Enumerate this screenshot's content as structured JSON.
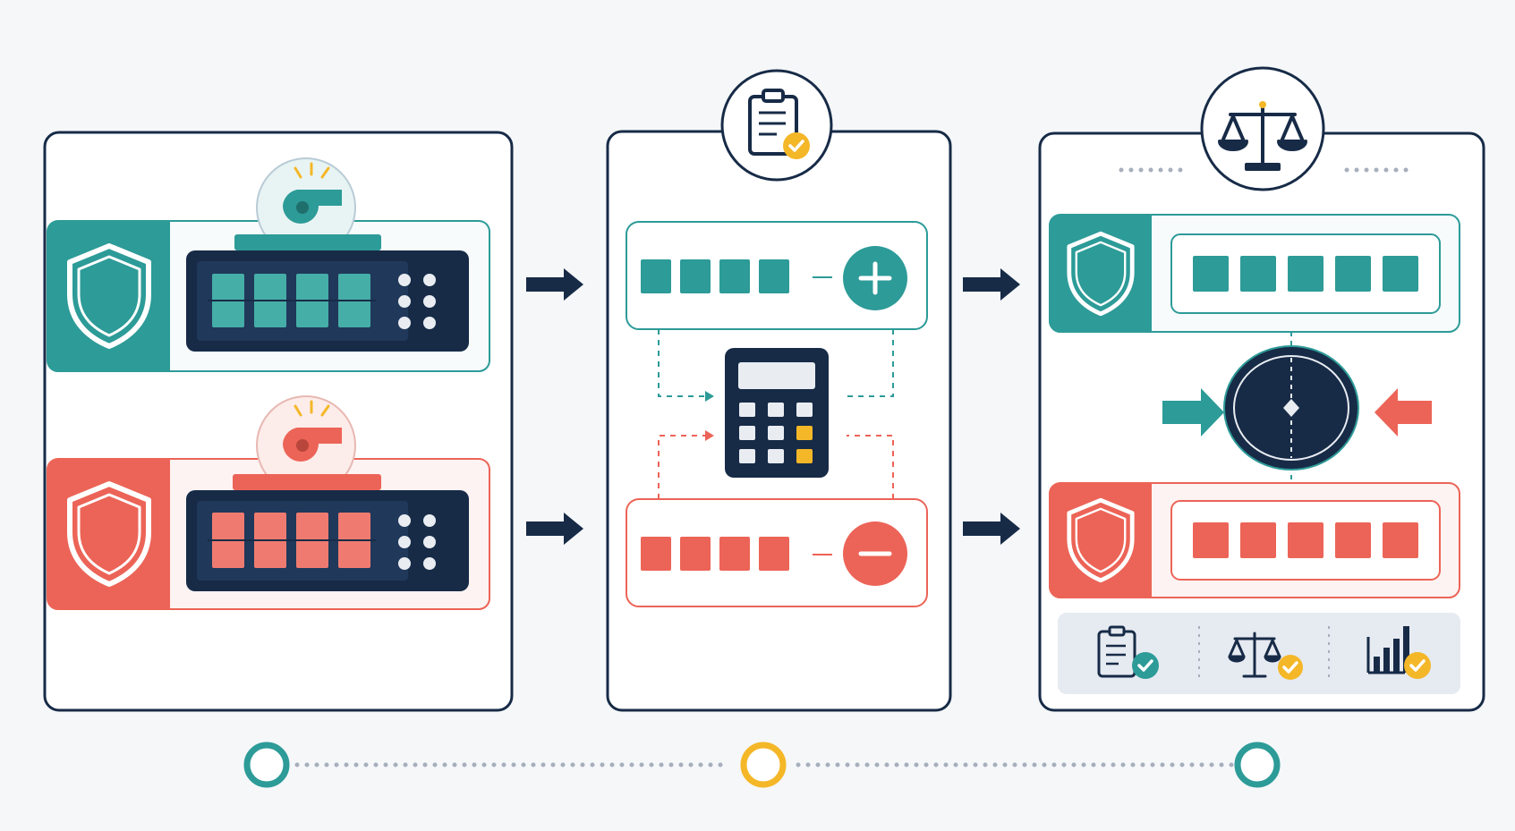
{
  "colors": {
    "navy": "#172b47",
    "teal": "#2d9b98",
    "teal_light": "#eef7f6",
    "coral": "#ec6457",
    "coral_light": "#fdf1ef",
    "yellow": "#f4b728",
    "panel_bg": "#ffffff",
    "background": "#f5f7f9",
    "gray_dots": "#a7afbd",
    "footer_bg": "#e6eaf1"
  },
  "panels": [
    {
      "id": "input",
      "rows": [
        {
          "tone": "teal",
          "icon": "shield-icon",
          "badge_icon": "whistle-icon",
          "code_cells": 4,
          "keypad": "6-dot-keypad"
        },
        {
          "tone": "coral",
          "icon": "shield-icon",
          "badge_icon": "whistle-icon",
          "code_cells": 4,
          "keypad": "6-dot-keypad"
        }
      ]
    },
    {
      "id": "calculation",
      "header_icon": "clipboard-check-icon",
      "rows": [
        {
          "tone": "teal",
          "code_cells": 4,
          "operator": "plus-icon"
        },
        {
          "tone": "coral",
          "code_cells": 4,
          "operator": "minus-icon"
        }
      ],
      "center_icon": "calculator-icon"
    },
    {
      "id": "verdict",
      "header_icon": "scales-icon",
      "rows": [
        {
          "tone": "teal",
          "icon": "shield-icon",
          "code_cells": 5
        },
        {
          "tone": "coral",
          "icon": "shield-icon",
          "code_cells": 5
        }
      ],
      "center_icon": "balance-dial-icon",
      "footer_icons": [
        "clipboard-check-icon",
        "scales-check-icon",
        "bar-chart-check-icon"
      ]
    }
  ],
  "timeline": {
    "nodes": [
      "teal",
      "yellow",
      "teal"
    ],
    "style": "dotted"
  }
}
